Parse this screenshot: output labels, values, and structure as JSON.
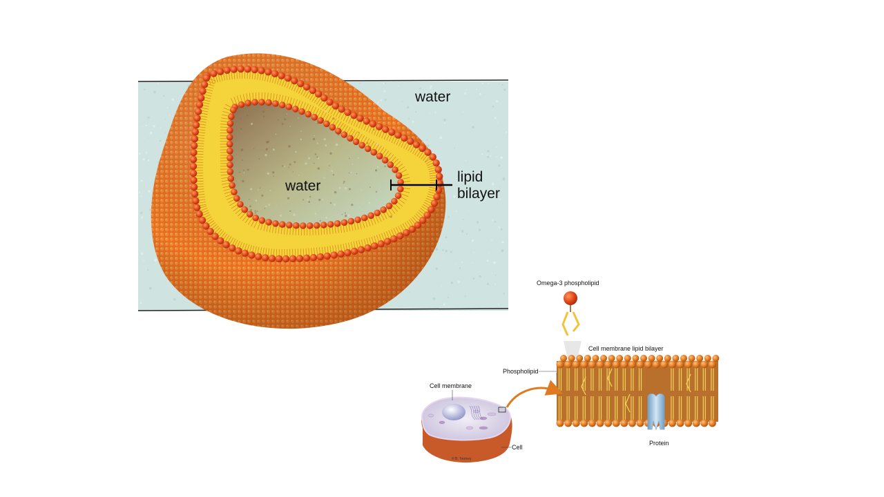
{
  "liposome": {
    "outer_water_label": "water",
    "inner_water_label": "water",
    "bilayer_label_line1": "lipid",
    "bilayer_label_line2": "bilayer"
  },
  "membrane": {
    "omega3_label": "Omega-3 phospholipid",
    "bilayer_label": "Cell membrane lipid bilayer",
    "phospholipid_label": "Phospholipid",
    "cell_membrane_label": "Cell membrane",
    "cell_label": "Cell",
    "protein_label": "Protein",
    "credit": "© B. Toomey"
  },
  "colors": {
    "water": "#cfe3e0",
    "head": "#e0631d",
    "tail": "#f1d43c",
    "membrane_bg": "#b8702c",
    "protein": "#a9c8df"
  }
}
